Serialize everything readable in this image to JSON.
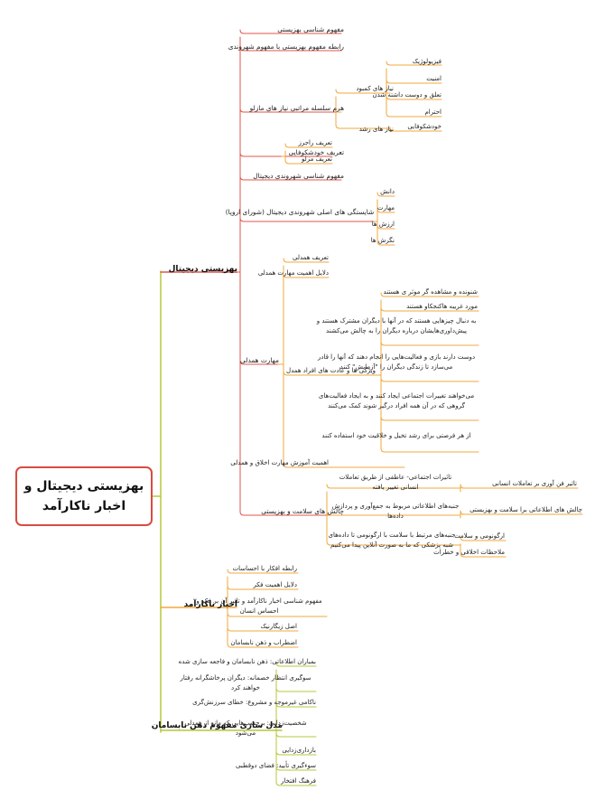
{
  "root": {
    "label": "بهزیستی دیجیتال و\nاخبار ناکارآمد",
    "border_color": "#d94b41"
  },
  "colors": {
    "branch1": "#e0554b",
    "branch2": "#f0a93c",
    "branch3": "#b7c83a",
    "trunk": "#b7c83a"
  },
  "branches": [
    {
      "label": "بهزیستی دیجیتال",
      "children": [
        {
          "label": "مفهوم شناسی بهزیستی"
        },
        {
          "label": "رابطه مفهوم بهزیستی با مفهوم شهروندی"
        },
        {
          "label": "هرم سلسله مراتبی نیاز های مازلو",
          "children": [
            {
              "label": "نیاز های کمبود",
              "children": [
                {
                  "label": "فیزیولوژیک"
                },
                {
                  "label": "امنیت"
                },
                {
                  "label": "تعلق و دوست داشته شدن"
                },
                {
                  "label": "احترام"
                }
              ]
            },
            {
              "label": "نیاز های رشد",
              "children": [
                {
                  "label": "خودشکوفایی"
                }
              ]
            }
          ]
        },
        {
          "label": "تعریف خودشکوفایی",
          "children": [
            {
              "label": "تعریف راجرز"
            },
            {
              "label": "تعریف مزلو"
            }
          ]
        },
        {
          "label": "مفهوم شناسی شهروندی دیجیتال"
        },
        {
          "label": "شایستگی های اصلی شهروندی دیجیتال (شورای اروپا)",
          "children": [
            {
              "label": "دانش"
            },
            {
              "label": "مهارت"
            },
            {
              "label": "ارزش ها"
            },
            {
              "label": "نگرش ها"
            }
          ]
        },
        {
          "label": "مهارت همدلی",
          "children": [
            {
              "label": "تعریف همدلی"
            },
            {
              "label": "دلایل اهمیت مهارت همدلی"
            },
            {
              "label": "ویژگی ها و عادت های افراد همدل",
              "children": [
                {
                  "label": "شنونده و مشاهده گر موثر ی هستند"
                },
                {
                  "label": "مورد غریبه هاکنجکاو هستند"
                },
                {
                  "label": "به دنبال چیزهایی هستند که در آنها با دیگران مشترک هستند و پیش‌داوری‌هایشان درباره دیگران را به چالش می‌کشند"
                },
                {
                  "label": "دوست دارند بازی و فعالیت‌هایی را انجام دهند که آنها را قادر می‌سازد تا زندگی دیگران را \"آزمایش\" کنند"
                },
                {
                  "label": "می‌خواهند تغییرات اجتماعی ایجاد کنند و به ایجاد فعالیت‌های گروهی که در آن همه افراد درگیر شوند کمک می‌کنند"
                },
                {
                  "label": "از هر فرصتی برای رشد تخیل و خلاقیت خود استفاده کنند"
                }
              ]
            },
            {
              "label": "اهمیت آموزش مهارت اخلاق و همدلی"
            }
          ]
        },
        {
          "label": "چالش های سلامت و بهزیستی",
          "children": [
            {
              "label": "تاثیرات اجتماعی- عاطفی از طریق تعاملات انسانی تغییر یافته",
              "children": [
                {
                  "label": "تاثیر فن آوری بر تعاملات انسانی"
                }
              ]
            },
            {
              "label": "جنبه‌های اطلاعاتی مربوط به جمع‌آوری و پردازش داده‌ها",
              "children": [
                {
                  "label": "چالش های اطلاعاتی برا سلامت و بهزیستی"
                }
              ]
            },
            {
              "label": "جنبه‌های مرتبط با سلامت با ارگونومی تا داده‌های شبه پزشکی که ما به صورت آنلاین پیدا می‌کنیم",
              "children": [
                {
                  "label": "ارگونومی و سلامت"
                },
                {
                  "label": "ملاحظات اخلاقی و خطرات"
                }
              ]
            }
          ]
        }
      ]
    },
    {
      "label": "اخبار ناکارآمد",
      "children": [
        {
          "label": "رابطه افکار با احساسات"
        },
        {
          "label": "دلایل اهمیت فکر"
        },
        {
          "label": "مفهوم شناسی اخبار ناکارآمد و تاثیر آن بر فکر و احساس انسان"
        },
        {
          "label": "اصل زیگارنیک"
        },
        {
          "label": "اضطراب و ذهن نابسامان"
        }
      ]
    },
    {
      "label": "مدل سازی مفهوم ذهن نابسامان",
      "children": [
        {
          "label": "بمباران اطلاعاتی: ذهن نابسامان و فاجعه سازی شده"
        },
        {
          "label": "سوگیری انتظار خصمانه: دیگران پرخاشگرانه رفتار خواهند کرد"
        },
        {
          "label": "ناکامی غیرموجه و مشروع: خطای سرزنش‌گری"
        },
        {
          "label": "شخصیت‌زدایی: برچسب‌هایی که مانع از همدلی می‌شود"
        },
        {
          "label": "بازداری‌زدایی"
        },
        {
          "label": "سوءگیری تأیید: فضای دوقطبی"
        },
        {
          "label": "فرهنگ افتخار"
        }
      ]
    }
  ]
}
